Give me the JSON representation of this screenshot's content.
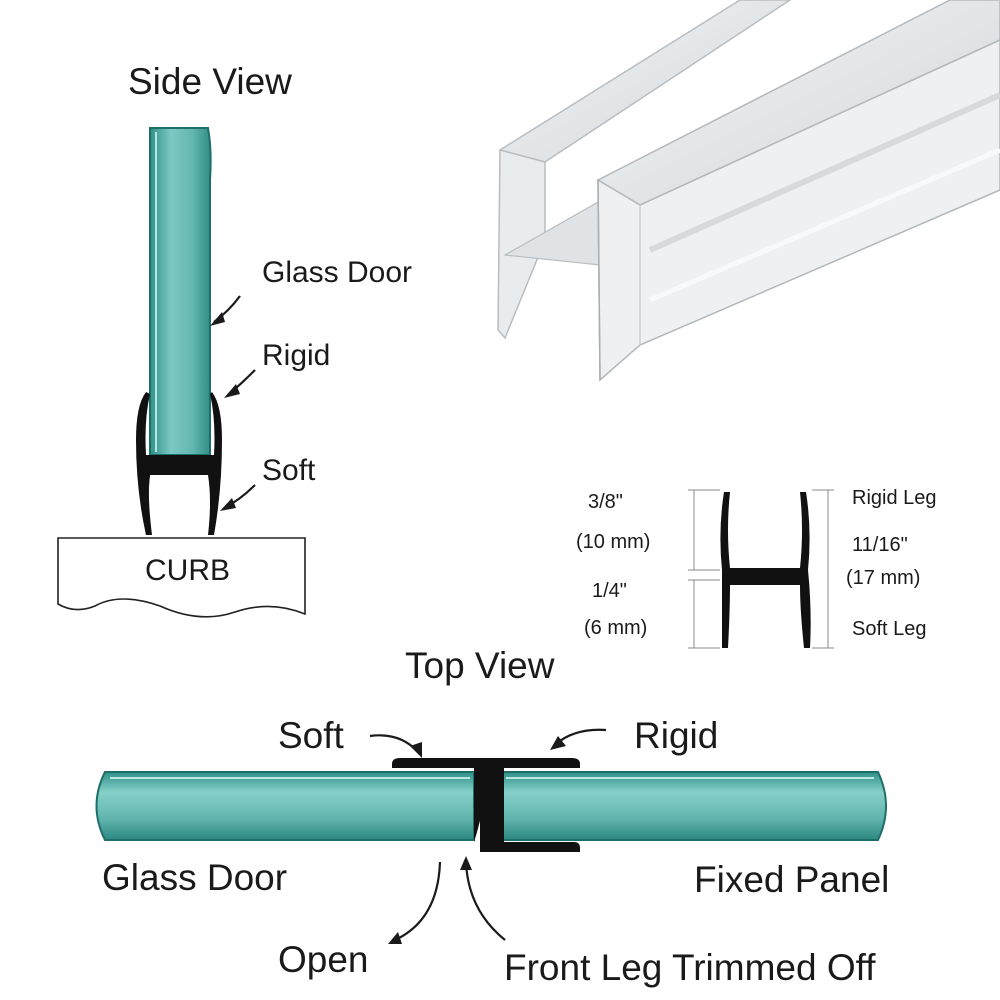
{
  "side_view": {
    "title": "Side View",
    "glass_door_label": "Glass Door",
    "rigid_label": "Rigid",
    "soft_label": "Soft",
    "curb_label": "CURB"
  },
  "dimensions": {
    "top_imperial": "3/8\"",
    "top_metric": "(10 mm)",
    "bottom_imperial": "1/4\"",
    "bottom_metric": "(6 mm)",
    "total_imperial": "11/16\"",
    "total_metric": "(17 mm)",
    "rigid_leg_label": "Rigid Leg",
    "soft_leg_label": "Soft Leg"
  },
  "top_view": {
    "title": "Top View",
    "soft_label": "Soft",
    "rigid_label": "Rigid",
    "glass_door_label": "Glass Door",
    "fixed_panel_label": "Fixed Panel",
    "open_label": "Open",
    "trimmed_label": "Front Leg Trimmed Off"
  },
  "colors": {
    "glass": "#5fb6b0",
    "glass_dark": "#2e8f88",
    "seal": "#111111"
  }
}
